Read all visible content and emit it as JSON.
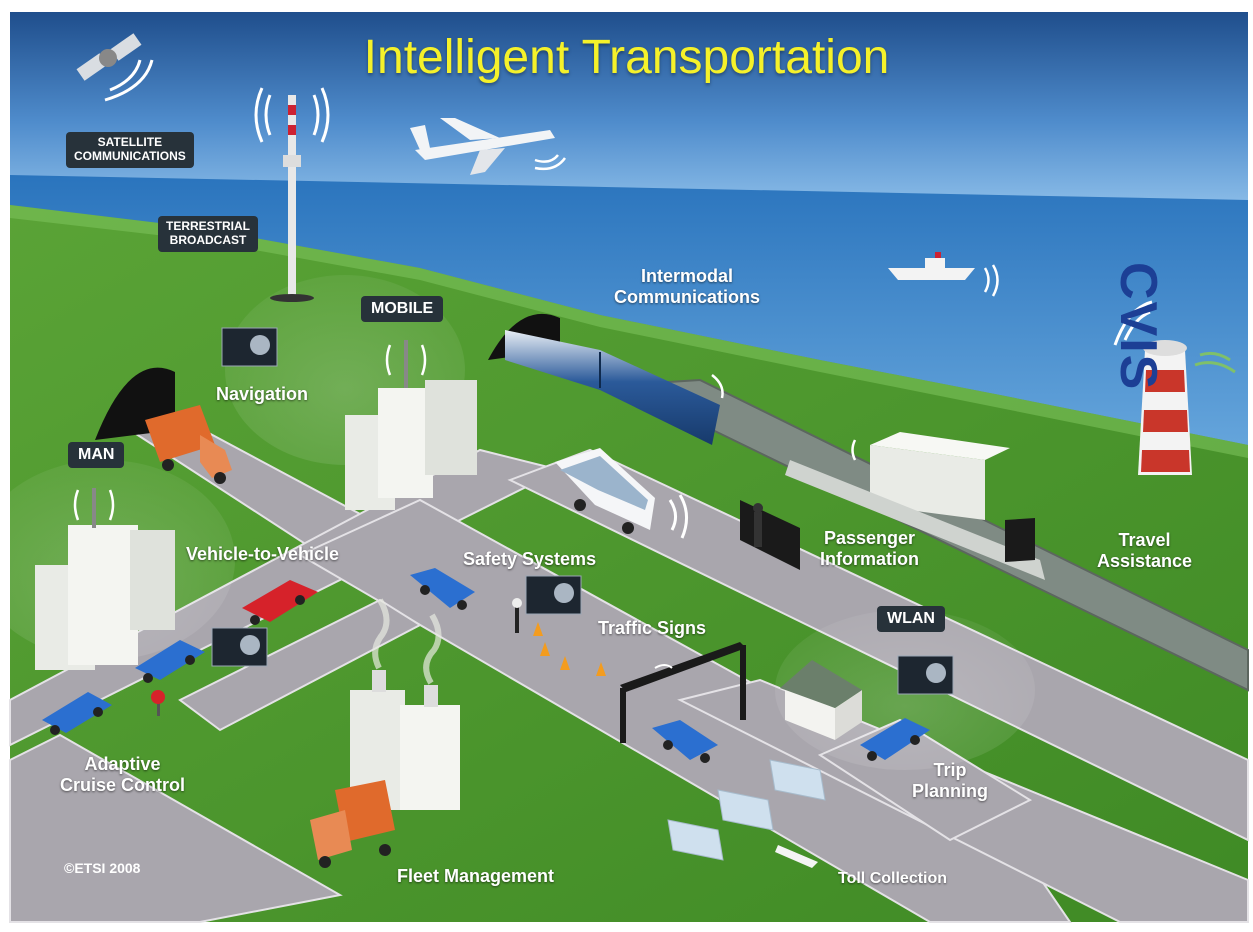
{
  "title": "Intelligent Transportation",
  "logo_text": "CVIS",
  "copyright": "©ETSI 2008",
  "tags": {
    "satellite_line1": "SATELLITE",
    "satellite_line2": "COMMUNICATIONS",
    "terrestrial_line1": "TERRESTRIAL",
    "terrestrial_line2": "BROADCAST",
    "mobile": "MOBILE",
    "man": "MAN",
    "wlan": "WLAN"
  },
  "labels": {
    "intermodal_line1": "Intermodal",
    "intermodal_line2": "Communications",
    "navigation": "Navigation",
    "vehicle_to_vehicle": "Vehicle-to-Vehicle",
    "safety_systems": "Safety Systems",
    "passenger_line1": "Passenger",
    "passenger_line2": "Information",
    "travel_line1": "Travel",
    "travel_line2": "Assistance",
    "traffic_signs": "Traffic Signs",
    "adaptive_line1": "Adaptive",
    "adaptive_line2": "Cruise Control",
    "trip_line1": "Trip",
    "trip_line2": "Planning",
    "fleet_management": "Fleet Management",
    "toll_collection": "Toll Collection"
  },
  "colors": {
    "title": "#f5f12a",
    "sky_top": "#1f4e8c",
    "sky_bottom": "#7fb6e6",
    "sea": "#2f7ec5",
    "grass": "#4f9a2f",
    "road": "#a9a6ad",
    "tag_bg": "#27323a",
    "logo": "#1c3f95"
  }
}
